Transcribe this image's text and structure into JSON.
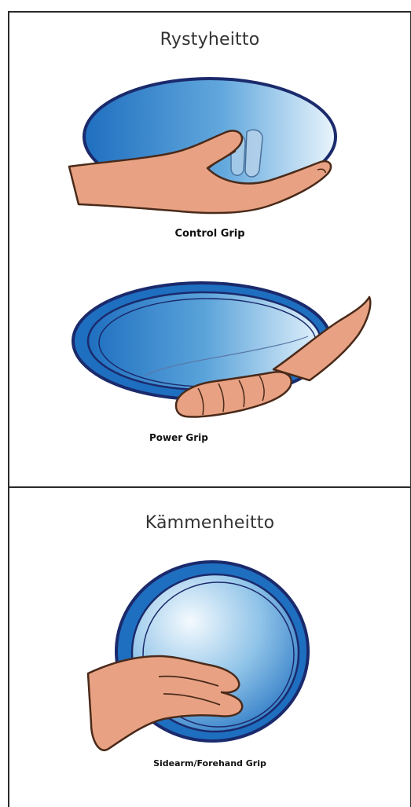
{
  "sections": [
    {
      "title": "Rystyheitto",
      "grips": [
        {
          "label": "Control Grip",
          "icon": "control-grip-hand-disc-icon"
        },
        {
          "label": "Power Grip",
          "icon": "power-grip-hand-disc-icon"
        }
      ]
    },
    {
      "title": "Kämmenheitto",
      "grips": [
        {
          "label": "Sidearm/Forehand Grip",
          "icon": "sidearm-forehand-grip-hand-disc-icon"
        }
      ]
    }
  ],
  "colors": {
    "disc_dark": "#1f6fc0",
    "disc_light": "#eaf5fc",
    "rim_navy": "#1a2a6c",
    "skin": "#e8a283",
    "skin_outline": "#4a2a1a"
  }
}
